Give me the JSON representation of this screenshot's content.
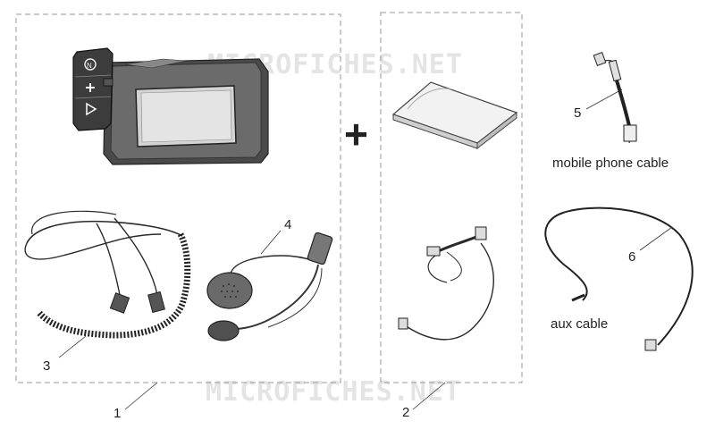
{
  "watermark": "MICROFICHES.NET",
  "captions": {
    "mobile_phone_cable": "mobile phone cable",
    "aux_cable": "aux cable"
  },
  "plus_sign": "+",
  "callouts": [
    "1",
    "2",
    "3",
    "4",
    "5",
    "6"
  ]
}
